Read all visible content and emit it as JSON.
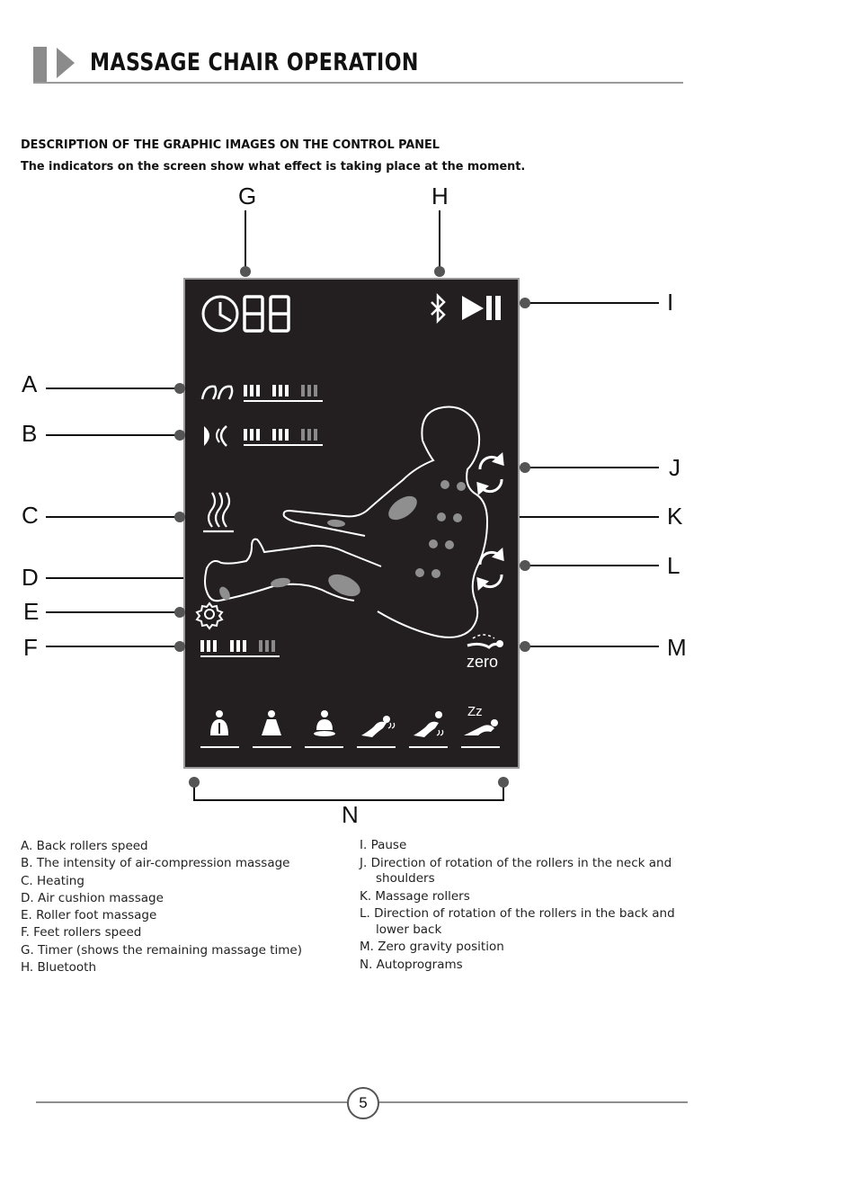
{
  "header": {
    "title": "MASSAGE CHAIR OPERATION"
  },
  "intro": {
    "heading": "DESCRIPTION OF THE GRAPHIC IMAGES ON THE CONTROL PANEL",
    "subheading": "The indicators on the screen show what effect is taking place at the moment."
  },
  "panel": {
    "timer_digits": "88",
    "zero_label": "zero",
    "sleep_label": "Zz",
    "icons": [
      "clock-icon",
      "bluetooth-icon",
      "play-pause-icon",
      "hands-icon",
      "air-compression-icon",
      "heat-icon",
      "foot-roller-icon",
      "zero-gravity-icon",
      "rotation-icon"
    ],
    "programs": [
      "program-1-icon",
      "program-2-icon",
      "program-3-icon",
      "program-4-icon",
      "program-5-icon",
      "program-6-icon"
    ]
  },
  "callouts": {
    "A": "A",
    "B": "B",
    "C": "C",
    "D": "D",
    "E": "E",
    "F": "F",
    "G": "G",
    "H": "H",
    "I": "I",
    "J": "J",
    "K": "K",
    "L": "L",
    "M": "M",
    "N": "N"
  },
  "legend_left": [
    "A. Back rollers speed",
    "B. The intensity of air-compression massage",
    "C. Heating",
    "D. Air cushion massage",
    "E. Roller foot massage",
    "F.  Feet rollers speed",
    "G. Timer (shows the remaining massage time)",
    "H. Bluetooth"
  ],
  "legend_right": {
    "I": "I.   Pause",
    "J1": "J.  Direction of rotation of the rollers in the   neck and",
    "J2": "shoulders",
    "K": "K. Massage rollers",
    "L1": "L.  Direction of rotation of the rollers in the   back and",
    "L2": "lower back",
    "M": "M. Zero gravity position",
    "N": "N. Autoprograms"
  },
  "footer": {
    "page_number": "5"
  },
  "colors": {
    "panel": "#231f20",
    "icon": "#ffffff",
    "bar_dim": "#8a8a8a",
    "accent_grey": "#8b8b8b",
    "spot": "#8f8f8f"
  }
}
